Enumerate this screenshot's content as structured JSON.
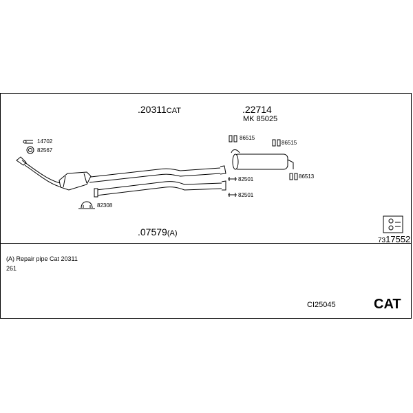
{
  "parts": {
    "cat": {
      "prefix": ".",
      "number": "20311",
      "suffix": "CAT"
    },
    "muffler": {
      "prefix": ".",
      "number": "22714"
    },
    "mounting_kit": "MK 85025",
    "rear_pipe": {
      "prefix": ".",
      "number": "07579",
      "suffix": "(A)"
    },
    "hardware": {
      "a": "14702",
      "b": "82567",
      "c": "86515",
      "d": "86515",
      "e": "82501",
      "f": "82501",
      "g": "86513",
      "h": "82308"
    },
    "extra_ref": {
      "prefix": "73",
      "number": "17552"
    }
  },
  "notes": {
    "line1": "(A) Repair pipe Cat 20311",
    "line2": "261"
  },
  "footer": {
    "code": "CI25045",
    "category": "CAT"
  },
  "icons": [
    "clamp-icon",
    "hanger-icon",
    "mounting-kit-icon"
  ]
}
